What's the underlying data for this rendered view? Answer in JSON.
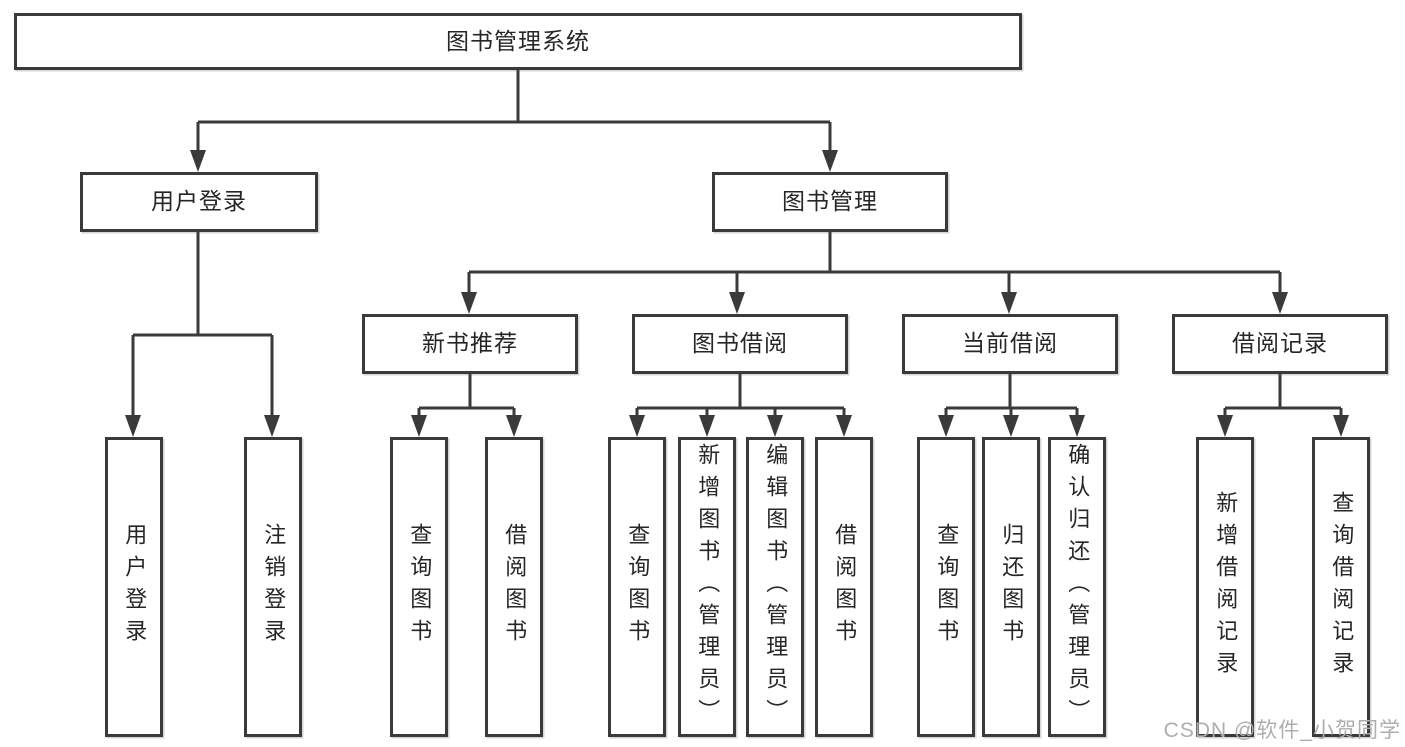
{
  "diagram": {
    "type": "hierarchy-structure-chart",
    "line_color": "#3a3a3a",
    "box_background": "#ffffff",
    "root": {
      "label": "图书管理系统"
    },
    "level2": [
      {
        "id": "user-login",
        "label": "用户登录"
      },
      {
        "id": "book-management",
        "label": "图书管理"
      }
    ],
    "level3": [
      {
        "id": "new-book-recommend",
        "label": "新书推荐",
        "parent": "图书管理"
      },
      {
        "id": "book-borrowing",
        "label": "图书借阅",
        "parent": "图书管理"
      },
      {
        "id": "current-borrowing",
        "label": "当前借阅",
        "parent": "图书管理"
      },
      {
        "id": "borrowing-records",
        "label": "借阅记录",
        "parent": "图书管理"
      }
    ],
    "leaves": [
      {
        "label": "用户登录",
        "parent": "用户登录"
      },
      {
        "label": "注销登录",
        "parent": "用户登录"
      },
      {
        "label": "查询图书",
        "parent": "新书推荐"
      },
      {
        "label": "借阅图书",
        "parent": "新书推荐"
      },
      {
        "label": "查询图书",
        "parent": "图书借阅"
      },
      {
        "label": "新增图书（管理员）",
        "parent": "图书借阅"
      },
      {
        "label": "编辑图书（管理员）",
        "parent": "图书借阅"
      },
      {
        "label": "借阅图书",
        "parent": "图书借阅"
      },
      {
        "label": "查询图书",
        "parent": "当前借阅"
      },
      {
        "label": "归还图书",
        "parent": "当前借阅"
      },
      {
        "label": "确认归还（管理员）",
        "parent": "当前借阅"
      },
      {
        "label": "新增借阅记录",
        "parent": "借阅记录"
      },
      {
        "label": "查询借阅记录",
        "parent": "借阅记录"
      }
    ]
  },
  "watermark": {
    "text": "CSDN @软件_小贺同学",
    "color": "#aeaeae"
  }
}
